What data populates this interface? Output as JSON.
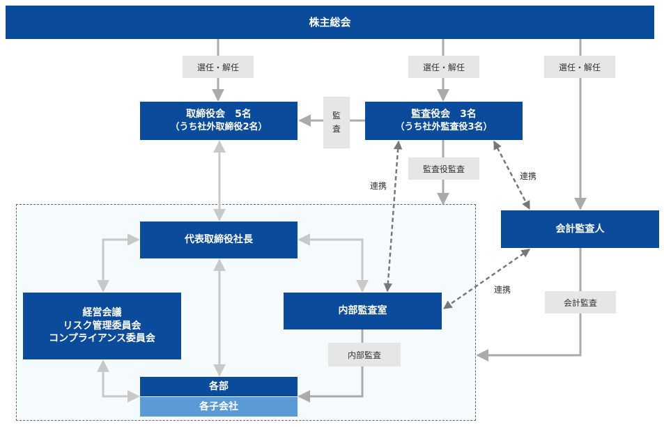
{
  "shareholders": "株主総会",
  "board": {
    "title": "取締役会　5名",
    "sub": "（うち社外取締役2名）"
  },
  "auditors": {
    "title": "監査役会　3名",
    "sub": "（うち社外監査役3名）"
  },
  "president": "代表取締役社長",
  "external_auditor": "会計監査人",
  "committees": [
    "経営会議",
    "リスク管理委員会",
    "コンプライアンス委員会"
  ],
  "internal_audit": "内部監査室",
  "departments": "各部",
  "subsidiaries": "各子会社",
  "labels": {
    "elect1": "選任・解任",
    "elect2": "選任・解任",
    "elect3": "選任・解任",
    "audit_v1": "監",
    "audit_v2": "査",
    "auditor_audit": "監査役監査",
    "link1": "連携",
    "link2": "連携",
    "link3": "連携",
    "accounting_audit": "会計監査",
    "internal_audit_label": "内部監査"
  }
}
